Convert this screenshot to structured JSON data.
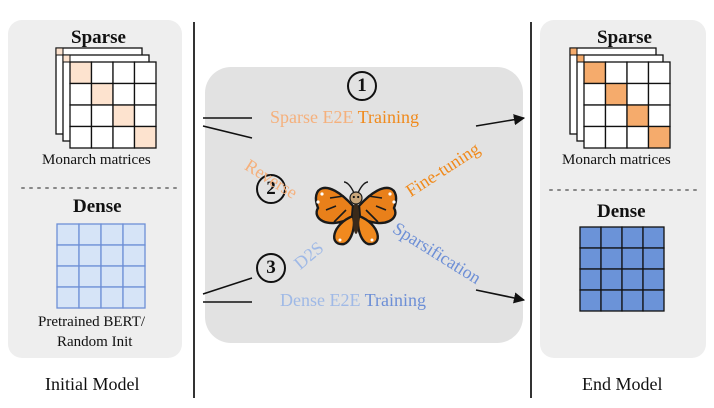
{
  "left_panel": {
    "sparse_title": "Sparse",
    "sparse_caption": "Monarch matrices",
    "dense_title": "Dense",
    "dense_caption_line1": "Pretrained BERT/",
    "dense_caption_line2": "Random Init",
    "footer": "Initial Model"
  },
  "right_panel": {
    "sparse_title": "Sparse",
    "sparse_caption": "Monarch matrices",
    "dense_title": "Dense",
    "footer": "End Model"
  },
  "center": {
    "step1_number": "1",
    "step2_number": "2",
    "step3_number": "3",
    "sparse_e2e_prefix": "Sparse E2E",
    "sparse_e2e_suffix": "Training",
    "reverse": "Reverse",
    "fine_tuning": "Fine-tuning",
    "d2s": "D2S",
    "sparsification": "Sparsification",
    "dense_e2e_prefix": "Dense E2E",
    "dense_e2e_suffix": "Training"
  },
  "colors": {
    "panel_bg": "#eeeeee",
    "center_bg": "#e2e2e2",
    "light_orange": "#f5b07c",
    "orange": "#f08a1c",
    "light_blue": "#9fb9e6",
    "blue": "#6d8fd6",
    "light_orange_fill": "#fde3cf",
    "orange_fill": "#f5ab6c",
    "light_blue_fill": "#d6e4f7",
    "blue_fill": "#6b93d8"
  },
  "icons": [
    "butterfly-icon"
  ]
}
